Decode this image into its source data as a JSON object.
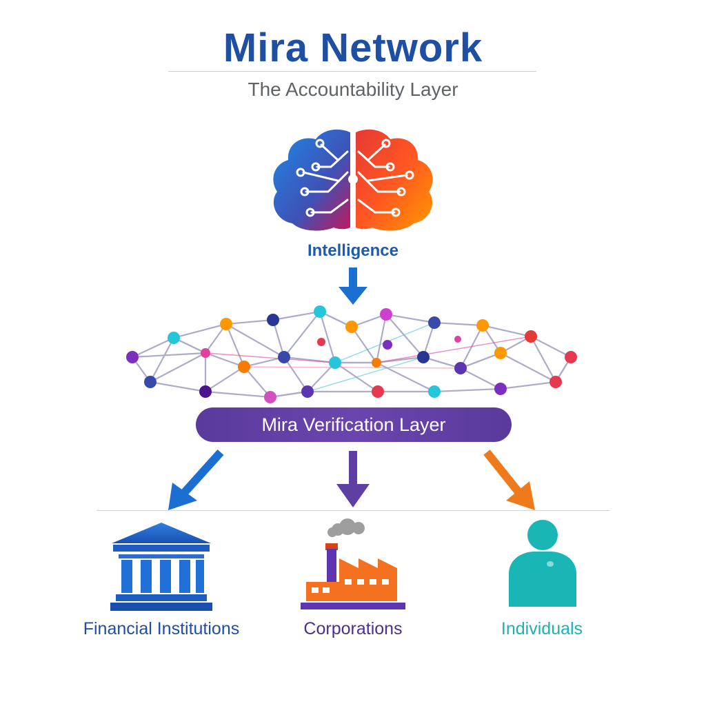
{
  "header": {
    "title": "Mira Network",
    "subtitle": "The Accountability Layer"
  },
  "intelligence": {
    "label": "Intelligence",
    "icon": "brain-circuit-icon"
  },
  "verification": {
    "label": "Mira Verification Layer",
    "icon": "network-mesh-icon"
  },
  "categories": [
    {
      "label": "Financial Institutions",
      "icon": "bank-icon",
      "color": "#1f4fa3"
    },
    {
      "label": "Corporations",
      "icon": "factory-icon",
      "color": "#4b2f94"
    },
    {
      "label": "Individuals",
      "icon": "person-icon",
      "color": "#1ab2b3"
    }
  ],
  "colors": {
    "title": "#1f4fa3",
    "verification_bar": "#5e3fa3",
    "arrow_blue": "#1a6fd0",
    "arrow_purple": "#5e3fa3",
    "arrow_orange": "#ee7a1c"
  }
}
